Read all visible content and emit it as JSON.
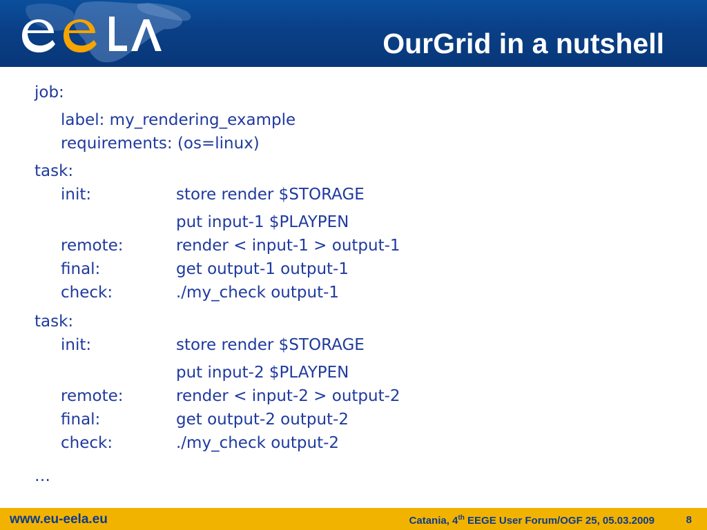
{
  "header": {
    "logo_text": "eela",
    "title": "OurGrid in a nutshell"
  },
  "content": {
    "job_label": "job:",
    "job_fields": [
      {
        "text": "label: my_rendering_example"
      },
      {
        "text": "requirements: (os=linux)"
      }
    ],
    "tasks": [
      {
        "label": "task:",
        "rows": [
          {
            "key": "init:",
            "value": "store render $STORAGE"
          },
          {
            "key": "",
            "value": "put input-1 $PLAYPEN"
          },
          {
            "key": "remote:",
            "value": "render < input-1 > output-1"
          },
          {
            "key": "final:",
            "value": "get output-1 output-1"
          },
          {
            "key": "check:",
            "value": "./my_check output-1"
          }
        ]
      },
      {
        "label": "task:",
        "rows": [
          {
            "key": "init:",
            "value": "store render $STORAGE"
          },
          {
            "key": "",
            "value": "put input-2 $PLAYPEN"
          },
          {
            "key": "remote:",
            "value": "render < input-2 > output-2"
          },
          {
            "key": "final:",
            "value": "get output-2 output-2"
          },
          {
            "key": "check:",
            "value": "./my_check output-2"
          }
        ]
      }
    ],
    "ellipsis": "…"
  },
  "footer": {
    "url": "www.eu-eela.eu",
    "event_prefix": "Catania, 4",
    "event_sup": "th",
    "event_suffix": " EEGE User Forum/OGF 25, 05.03.2009",
    "page_number": "8"
  },
  "colors": {
    "header_bg": "#0a4f9c",
    "text_blue": "#1f3a9e",
    "footer_bg": "#f2b300",
    "footer_text": "#0c3b8d"
  }
}
